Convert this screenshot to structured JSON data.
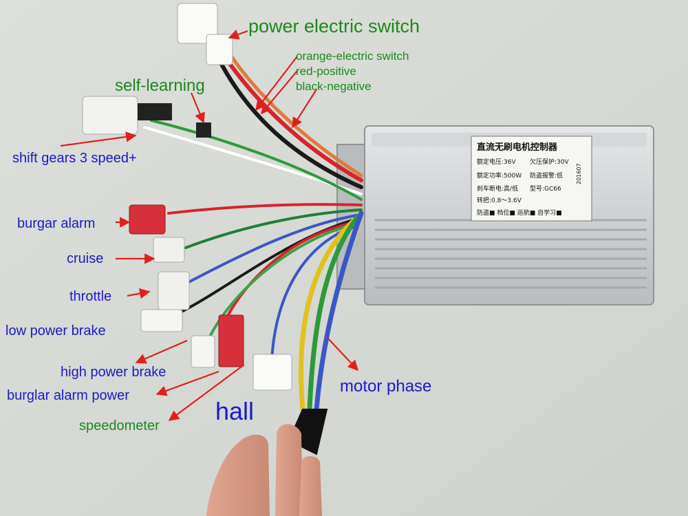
{
  "controller_label": {
    "title": "直流无刷电机控制器",
    "rows": [
      [
        "额定电压:36V",
        "欠压保护:30V"
      ],
      [
        "额定功率:500W",
        "防盗报警:低"
      ],
      [
        "刹车断电:高/低",
        "型号:GC66"
      ],
      [
        "转把:0.8～3.6V",
        ""
      ],
      [
        "防盗■ 档位■ 巡航■ 自学习■",
        ""
      ]
    ],
    "date_code": "201607"
  },
  "annotations": {
    "power_electric_switch": "power electric switch",
    "orange_electric_switch": "orange-electric switch",
    "red_positive": "red-positive",
    "black_negative": "black-negative",
    "self_learning": "self-learning",
    "shift_gears": "shift gears 3 speed+",
    "burgar_alarm": "burgar alarm",
    "cruise": "cruise",
    "throttle": "throttle",
    "low_power_brake": "low power brake",
    "high_power_brake": "high power brake",
    "burglar_alarm_power": "burglar alarm power",
    "speedometer": "speedometer",
    "hall": "hall",
    "motor_phase": "motor phase"
  },
  "colors": {
    "annotation_green": "#1a8a1a",
    "annotation_blue": "#1a1acc",
    "arrow_red": "#e0201c",
    "background": "#d9dbd6",
    "controller_body": "#cfd2d3"
  }
}
